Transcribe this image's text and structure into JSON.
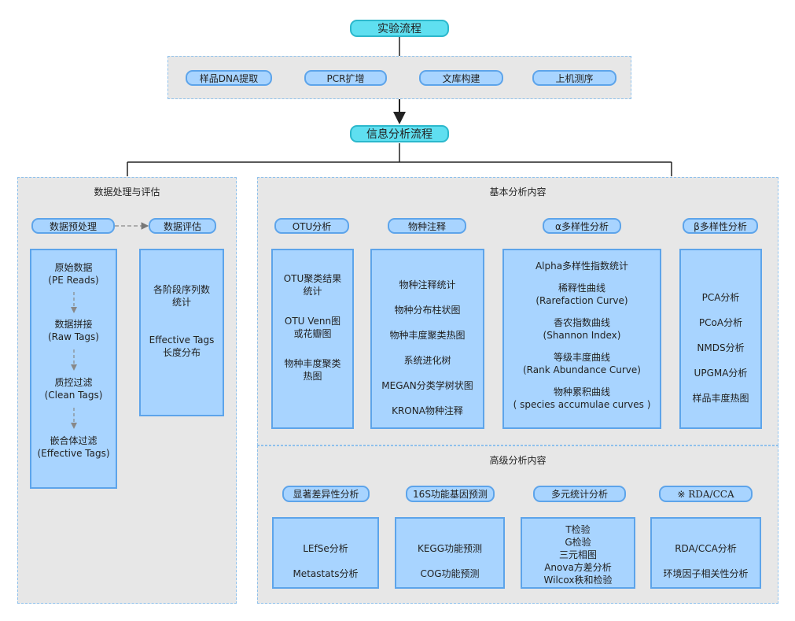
{
  "experiment": {
    "title": "实验流程",
    "steps": [
      "样品DNA提取",
      "PCR扩增",
      "文库构建",
      "上机测序"
    ]
  },
  "analysis": {
    "title": "信息分析流程"
  },
  "data_processing": {
    "title": "数据处理与评估",
    "preprocess_label": "数据预处理",
    "evaluate_label": "数据评估",
    "preprocess_steps": [
      {
        "line1": "原始数据",
        "line2": "(PE Reads)"
      },
      {
        "line1": "数据拼接",
        "line2": "(Raw Tags)"
      },
      {
        "line1": "质控过滤",
        "line2": "(Clean Tags)"
      },
      {
        "line1": "嵌合体过滤",
        "line2": "(Effective Tags)"
      }
    ],
    "evaluate_items": [
      {
        "line1": "各阶段序列数",
        "line2": "统计"
      },
      {
        "line1": "Effective Tags",
        "line2": "长度分布"
      }
    ]
  },
  "basic": {
    "title": "基本分析内容",
    "columns": [
      {
        "label": "OTU分析",
        "items": [
          [
            "OTU聚类结果",
            "统计"
          ],
          [
            "OTU Venn图",
            "或花瓣图"
          ],
          [
            "物种丰度聚类",
            "热图"
          ]
        ]
      },
      {
        "label": "物种注释",
        "items": [
          [
            "物种注释统计"
          ],
          [
            "物种分布柱状图"
          ],
          [
            "物种丰度聚类热图"
          ],
          [
            "系统进化树"
          ],
          [
            "MEGAN分类学树状图"
          ],
          [
            "KRONA物种注释"
          ]
        ]
      },
      {
        "label": "α多样性分析",
        "items": [
          [
            "Alpha多样性指数统计"
          ],
          [
            "稀释性曲线",
            "(Rarefaction Curve)"
          ],
          [
            "香农指数曲线",
            "(Shannon Index)"
          ],
          [
            "等级丰度曲线",
            "(Rank Abundance Curve)"
          ],
          [
            "物种累积曲线",
            "( species accumulae curves )"
          ]
        ]
      },
      {
        "label": "β多样性分析",
        "items": [
          [
            "PCA分析"
          ],
          [
            "PCoA分析"
          ],
          [
            "NMDS分析"
          ],
          [
            "UPGMA分析"
          ],
          [
            "样品丰度热图"
          ]
        ]
      }
    ]
  },
  "advanced": {
    "title": "高级分析内容",
    "columns": [
      {
        "label": "显著差异性分析",
        "items": [
          "LEfSe分析",
          "Metastats分析"
        ]
      },
      {
        "label": "16S功能基因预测",
        "items": [
          "KEGG功能预测",
          "COG功能预测"
        ]
      },
      {
        "label": "多元统计分析",
        "items": [
          "T检验",
          "G检验",
          "三元相图",
          "Anova方差分析",
          "Wilcox秩和检验"
        ]
      },
      {
        "label": "※ RDA/CCA",
        "items": [
          "RDA/CCA分析",
          "环境因子相关性分析"
        ]
      }
    ]
  }
}
